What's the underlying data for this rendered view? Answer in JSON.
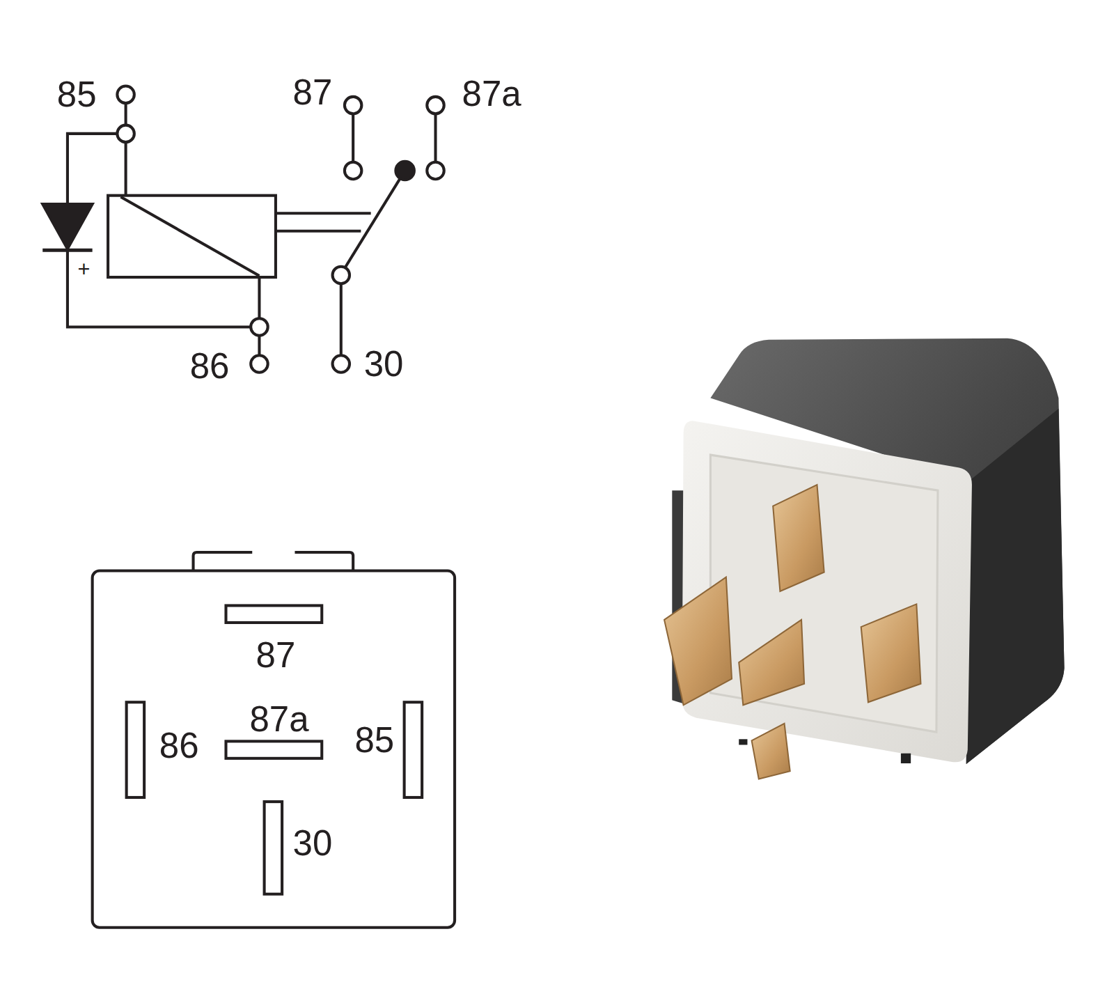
{
  "diagram": {
    "labels": [
      "85",
      "87",
      "87a",
      "+",
      "86",
      "30",
      "87",
      "87a",
      "86",
      "85",
      "30"
    ]
  }
}
